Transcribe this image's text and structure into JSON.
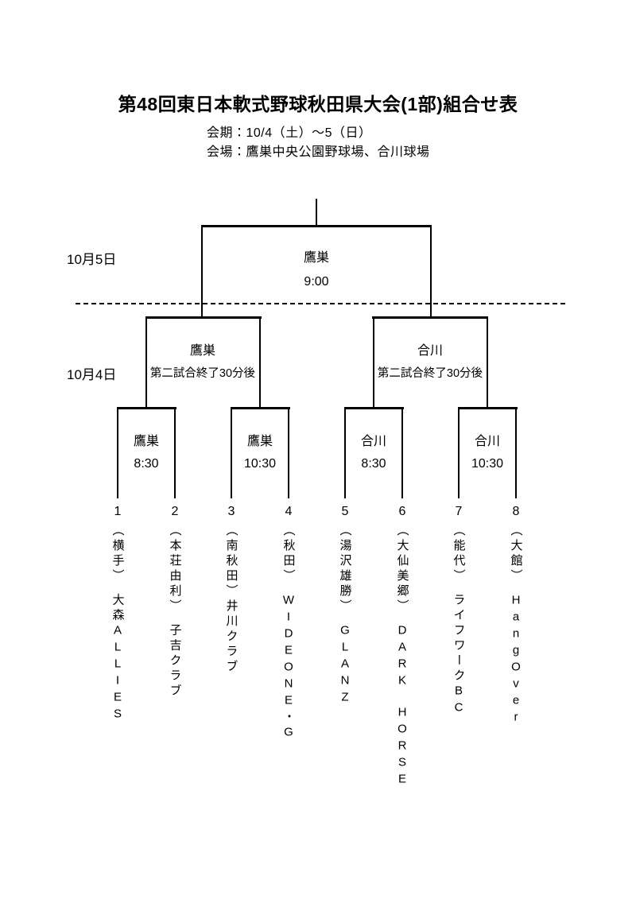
{
  "page": {
    "background_color": "#ffffff",
    "text_color": "#000000",
    "line_color": "#000000"
  },
  "header": {
    "title": "第48回東日本軟式野球秋田県大会(1部)組合せ表",
    "period": "会期：10/4（土）～5（日）",
    "venue": "会場：鷹巣中央公園野球場、合川球場"
  },
  "bracket": {
    "final": {
      "date_label": "10月5日",
      "venue": "鷹巣",
      "time": "9:00"
    },
    "semifinals": {
      "date_label": "10月4日",
      "matches": [
        {
          "venue": "鷹巣",
          "time": "第二試合終了30分後"
        },
        {
          "venue": "合川",
          "time": "第二試合終了30分後"
        }
      ]
    },
    "quarterfinals": {
      "matches": [
        {
          "venue": "鷹巣",
          "time": "8:30",
          "teams": [
            1,
            2
          ]
        },
        {
          "venue": "鷹巣",
          "time": "10:30",
          "teams": [
            3,
            4
          ]
        },
        {
          "venue": "合川",
          "time": "8:30",
          "teams": [
            5,
            6
          ]
        },
        {
          "venue": "合川",
          "time": "10:30",
          "teams": [
            7,
            8
          ]
        }
      ]
    }
  },
  "teams": [
    {
      "number": "1",
      "region": "横手",
      "name": "大森ALLIES",
      "display": "（横手）　大森ALLIES"
    },
    {
      "number": "2",
      "region": "本荘由利",
      "name": "子吉クラブ",
      "display": "（本荘由利）　子吉クラブ"
    },
    {
      "number": "3",
      "region": "南秋田",
      "name": "井川クラブ",
      "display": "（南秋田）井川クラブ"
    },
    {
      "number": "4",
      "region": "秋田",
      "name": "WIDEONE・G",
      "display": "（秋田）　WIDEONE・G"
    },
    {
      "number": "5",
      "region": "湯沢雄勝",
      "name": "GLANZ",
      "display": "（湯沢雄勝）　GLANZ"
    },
    {
      "number": "6",
      "region": "大仙美郷",
      "name": "DARK HORSE",
      "display": "（大仙美郷）　DARK　HORSE"
    },
    {
      "number": "7",
      "region": "能代",
      "name": "ライフワークBC",
      "display": "（能代）　ライフワークBC"
    },
    {
      "number": "8",
      "region": "大館",
      "name": "HangOver",
      "display": "（大館）　HangOver"
    }
  ]
}
